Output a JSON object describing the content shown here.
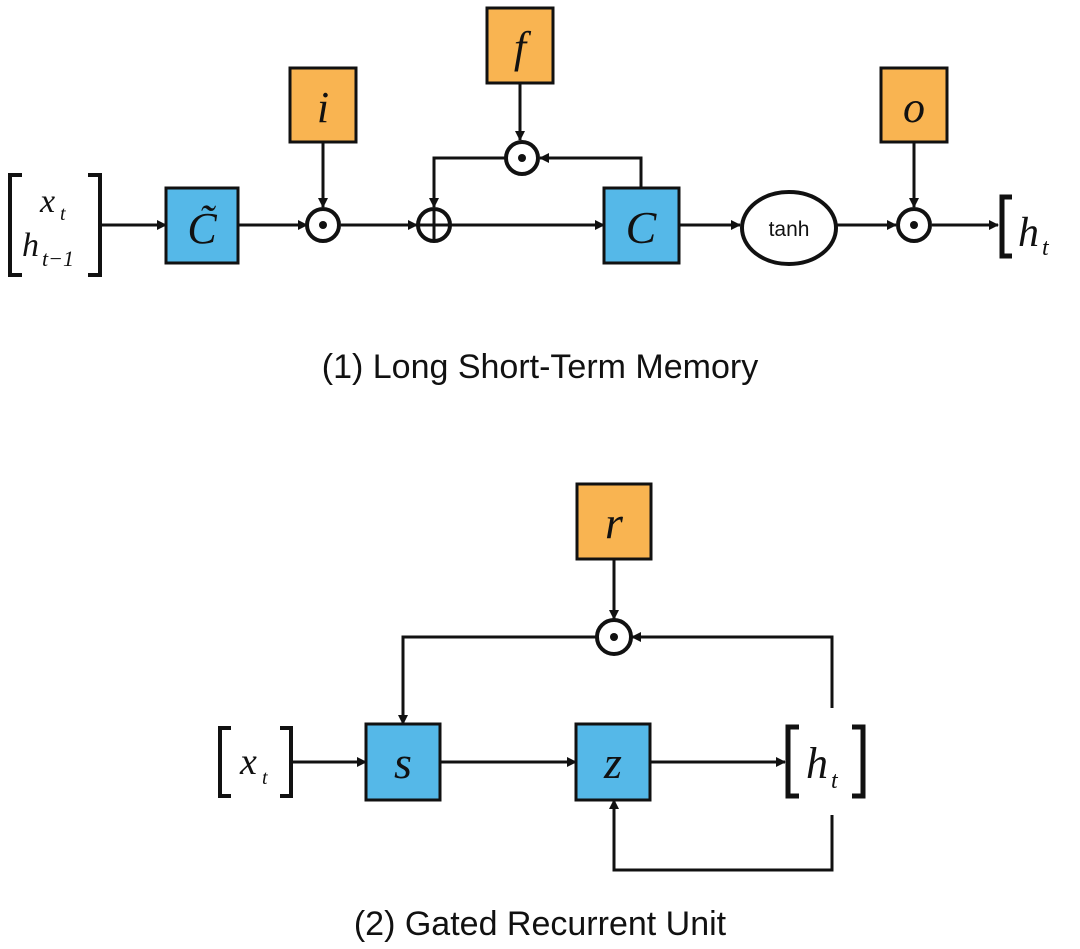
{
  "colors": {
    "gate_fill": "#f9b451",
    "state_fill": "#55b8e8",
    "stroke": "#111111"
  },
  "lstm": {
    "caption": "(1) Long Short-Term Memory",
    "input_x": "x",
    "input_x_sub": "t",
    "input_h": "h",
    "input_h_sub": "t−1",
    "candidate_label": "C̃",
    "gate_i": "i",
    "gate_f": "f",
    "gate_o": "o",
    "cell_label": "C",
    "tanh_label": "tanh",
    "output_h": "h",
    "output_h_sub": "t"
  },
  "gru": {
    "caption": "(2) Gated Recurrent Unit",
    "input_x": "x",
    "input_x_sub": "t",
    "gate_r": "r",
    "state_s": "s",
    "state_z": "z",
    "output_h": "h",
    "output_h_sub": "t"
  }
}
